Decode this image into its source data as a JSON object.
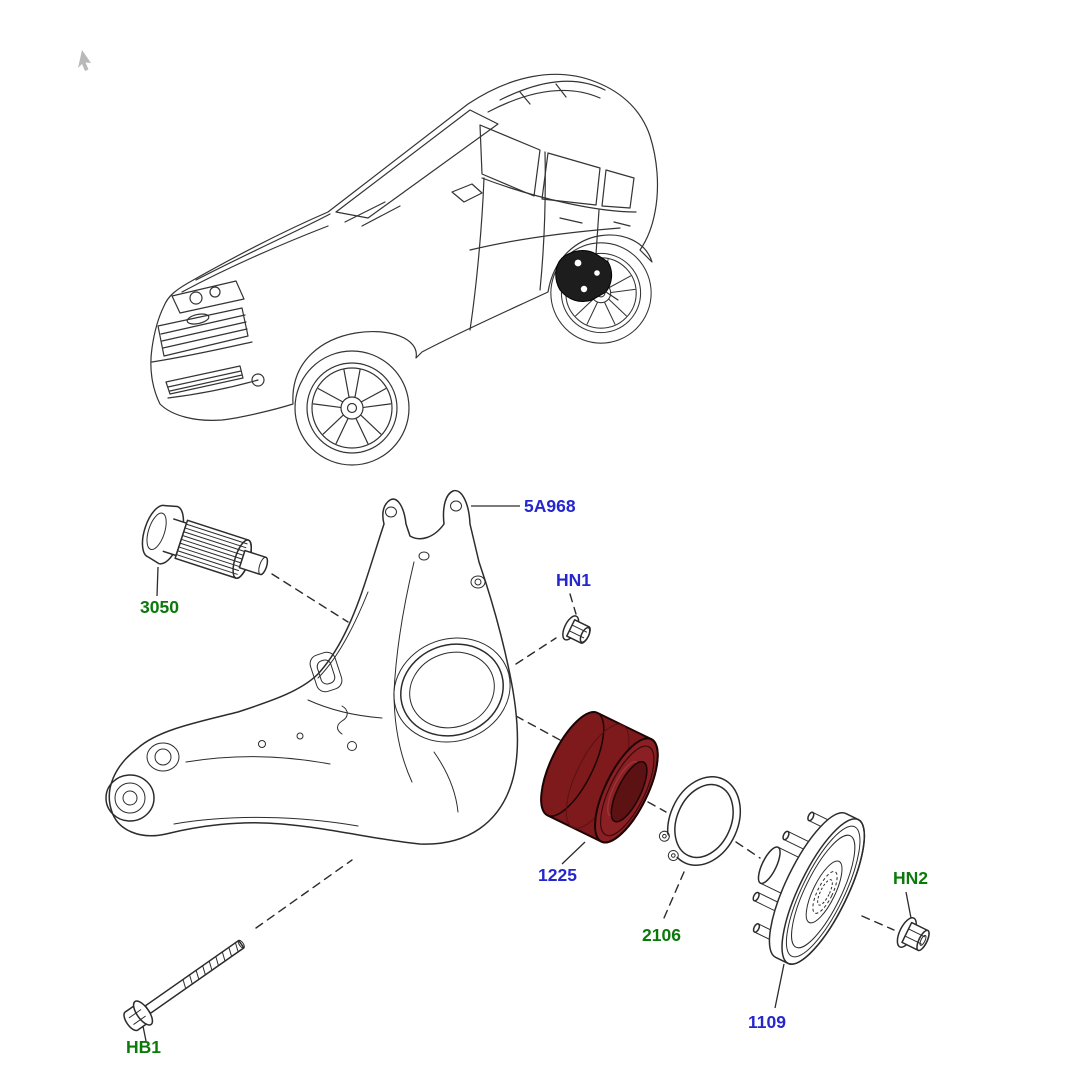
{
  "page": {
    "background": "#ffffff"
  },
  "colors": {
    "label_blue": "#2626cf",
    "label_green": "#0b7a0b",
    "line": "#2c2c2c",
    "bearing_body": "#7e1a1c",
    "bearing_face": "#8a2023",
    "bearing_bore": "#5c1113"
  },
  "labels": [
    {
      "id": "5A968",
      "text": "5A968",
      "fill": "#2626cf"
    },
    {
      "id": "HN1",
      "text": "HN1",
      "fill": "#2626cf"
    },
    {
      "id": "3050",
      "text": "3050",
      "fill": "#0b7a0b"
    },
    {
      "id": "1225",
      "text": "1225",
      "fill": "#2626cf"
    },
    {
      "id": "2106",
      "text": "2106",
      "fill": "#0b7a0b"
    },
    {
      "id": "1109",
      "text": "1109",
      "fill": "#2626cf"
    },
    {
      "id": "HN2",
      "text": "HN2",
      "fill": "#0b7a0b"
    },
    {
      "id": "HB1",
      "text": "HB1",
      "fill": "#0b7a0b"
    }
  ]
}
